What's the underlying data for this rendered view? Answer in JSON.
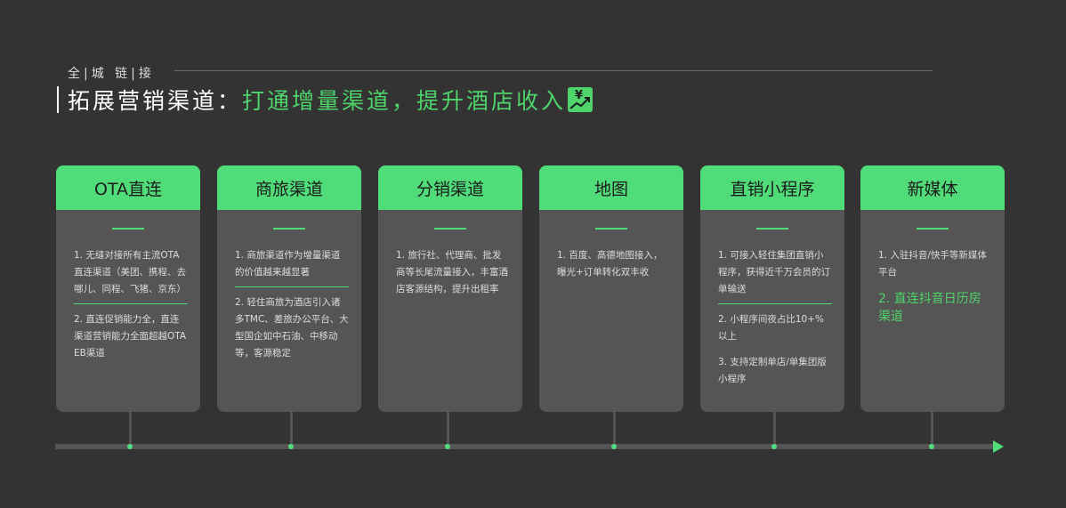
{
  "header": {
    "eyebrow": "全|城 链|接",
    "title_white": "拓展营销渠道：",
    "title_green": "打通增量渠道，提升酒店收入"
  },
  "icons": {
    "title_icon": "yen-growth-icon",
    "timeline_end": "arrow-right-icon"
  },
  "colors": {
    "accent": "#50dc78",
    "background": "#333333",
    "card": "#555555"
  },
  "cards": [
    {
      "title": "OTA直连",
      "items": [
        "1.  无缝对接所有主流OTA直连渠道（美团、携程、去哪儿、同程、飞猪、京东）",
        "2.  直连促销能力全，直连渠道营销能力全面超越OTA EB渠道"
      ]
    },
    {
      "title": "商旅渠道",
      "items": [
        "1.  商旅渠道作为增量渠道的价值越来越显著",
        "2.  轻住商旅为酒店引入诸多TMC、差旅办公平台、大型国企如中石油、中移动等，客源稳定"
      ]
    },
    {
      "title": "分销渠道",
      "items": [
        "1.  旅行社、代理商、批发商等长尾流量接入，丰富酒店客源结构，提升出租率"
      ]
    },
    {
      "title": "地图",
      "items": [
        "1.  百度、高德地图接入，曝光+订单转化双丰收"
      ]
    },
    {
      "title": "直销小程序",
      "items": [
        "1.  可接入轻住集团直销小程序，获得近千万会员的订单输送",
        "2. 小程序间夜占比10+%以上",
        "3. 支持定制单店/单集团版小程序"
      ]
    },
    {
      "title": "新媒体",
      "items": [
        "1.  入驻抖音/快手等新媒体平台",
        "2. 直连抖音日历房渠道"
      ]
    }
  ]
}
